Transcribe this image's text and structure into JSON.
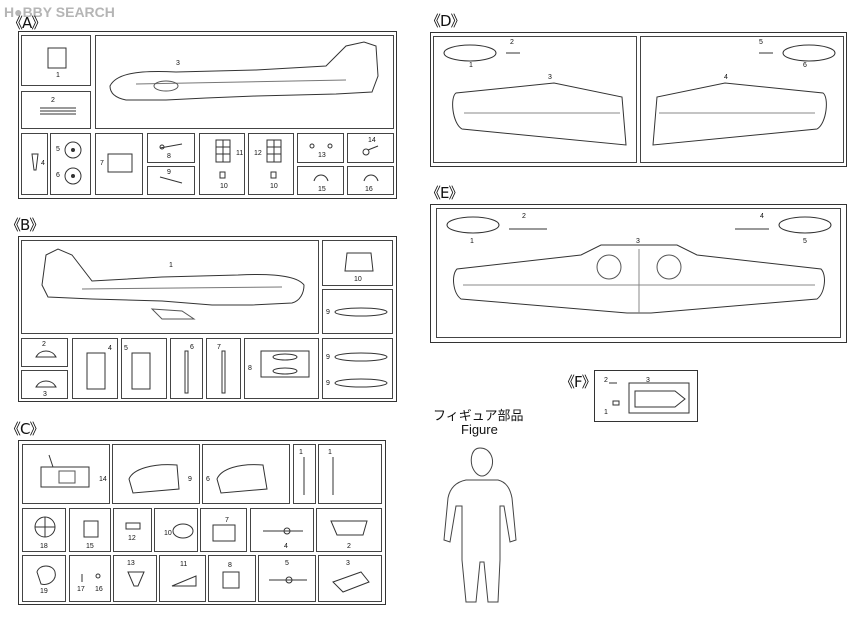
{
  "watermark": "H●BBY SEARCH",
  "sprues": {
    "A": "《A》",
    "B": "《B》",
    "C": "《C》",
    "D": "《D》",
    "E": "《E》",
    "F": "《F》"
  },
  "figure": {
    "label_jp": "フィギュア部品",
    "label_en": "Figure"
  },
  "part_labels": {
    "A": [
      "1",
      "2",
      "3",
      "4",
      "5",
      "6",
      "7",
      "8",
      "9",
      "10",
      "11",
      "12",
      "10",
      "13",
      "14",
      "15",
      "16"
    ],
    "B": [
      "1",
      "10",
      "9",
      "2",
      "3",
      "4",
      "5",
      "6",
      "7",
      "8",
      "9",
      "9"
    ],
    "C": [
      "14",
      "9",
      "6",
      "1",
      "1",
      "18",
      "15",
      "12",
      "10",
      "7",
      "4",
      "2",
      "19",
      "17",
      "16",
      "13",
      "11",
      "8",
      "5",
      "3"
    ],
    "D": [
      "1",
      "2",
      "3",
      "4",
      "5",
      "6"
    ],
    "E": [
      "1",
      "2",
      "3",
      "4",
      "5"
    ],
    "F": [
      "2",
      "3",
      "1"
    ]
  }
}
